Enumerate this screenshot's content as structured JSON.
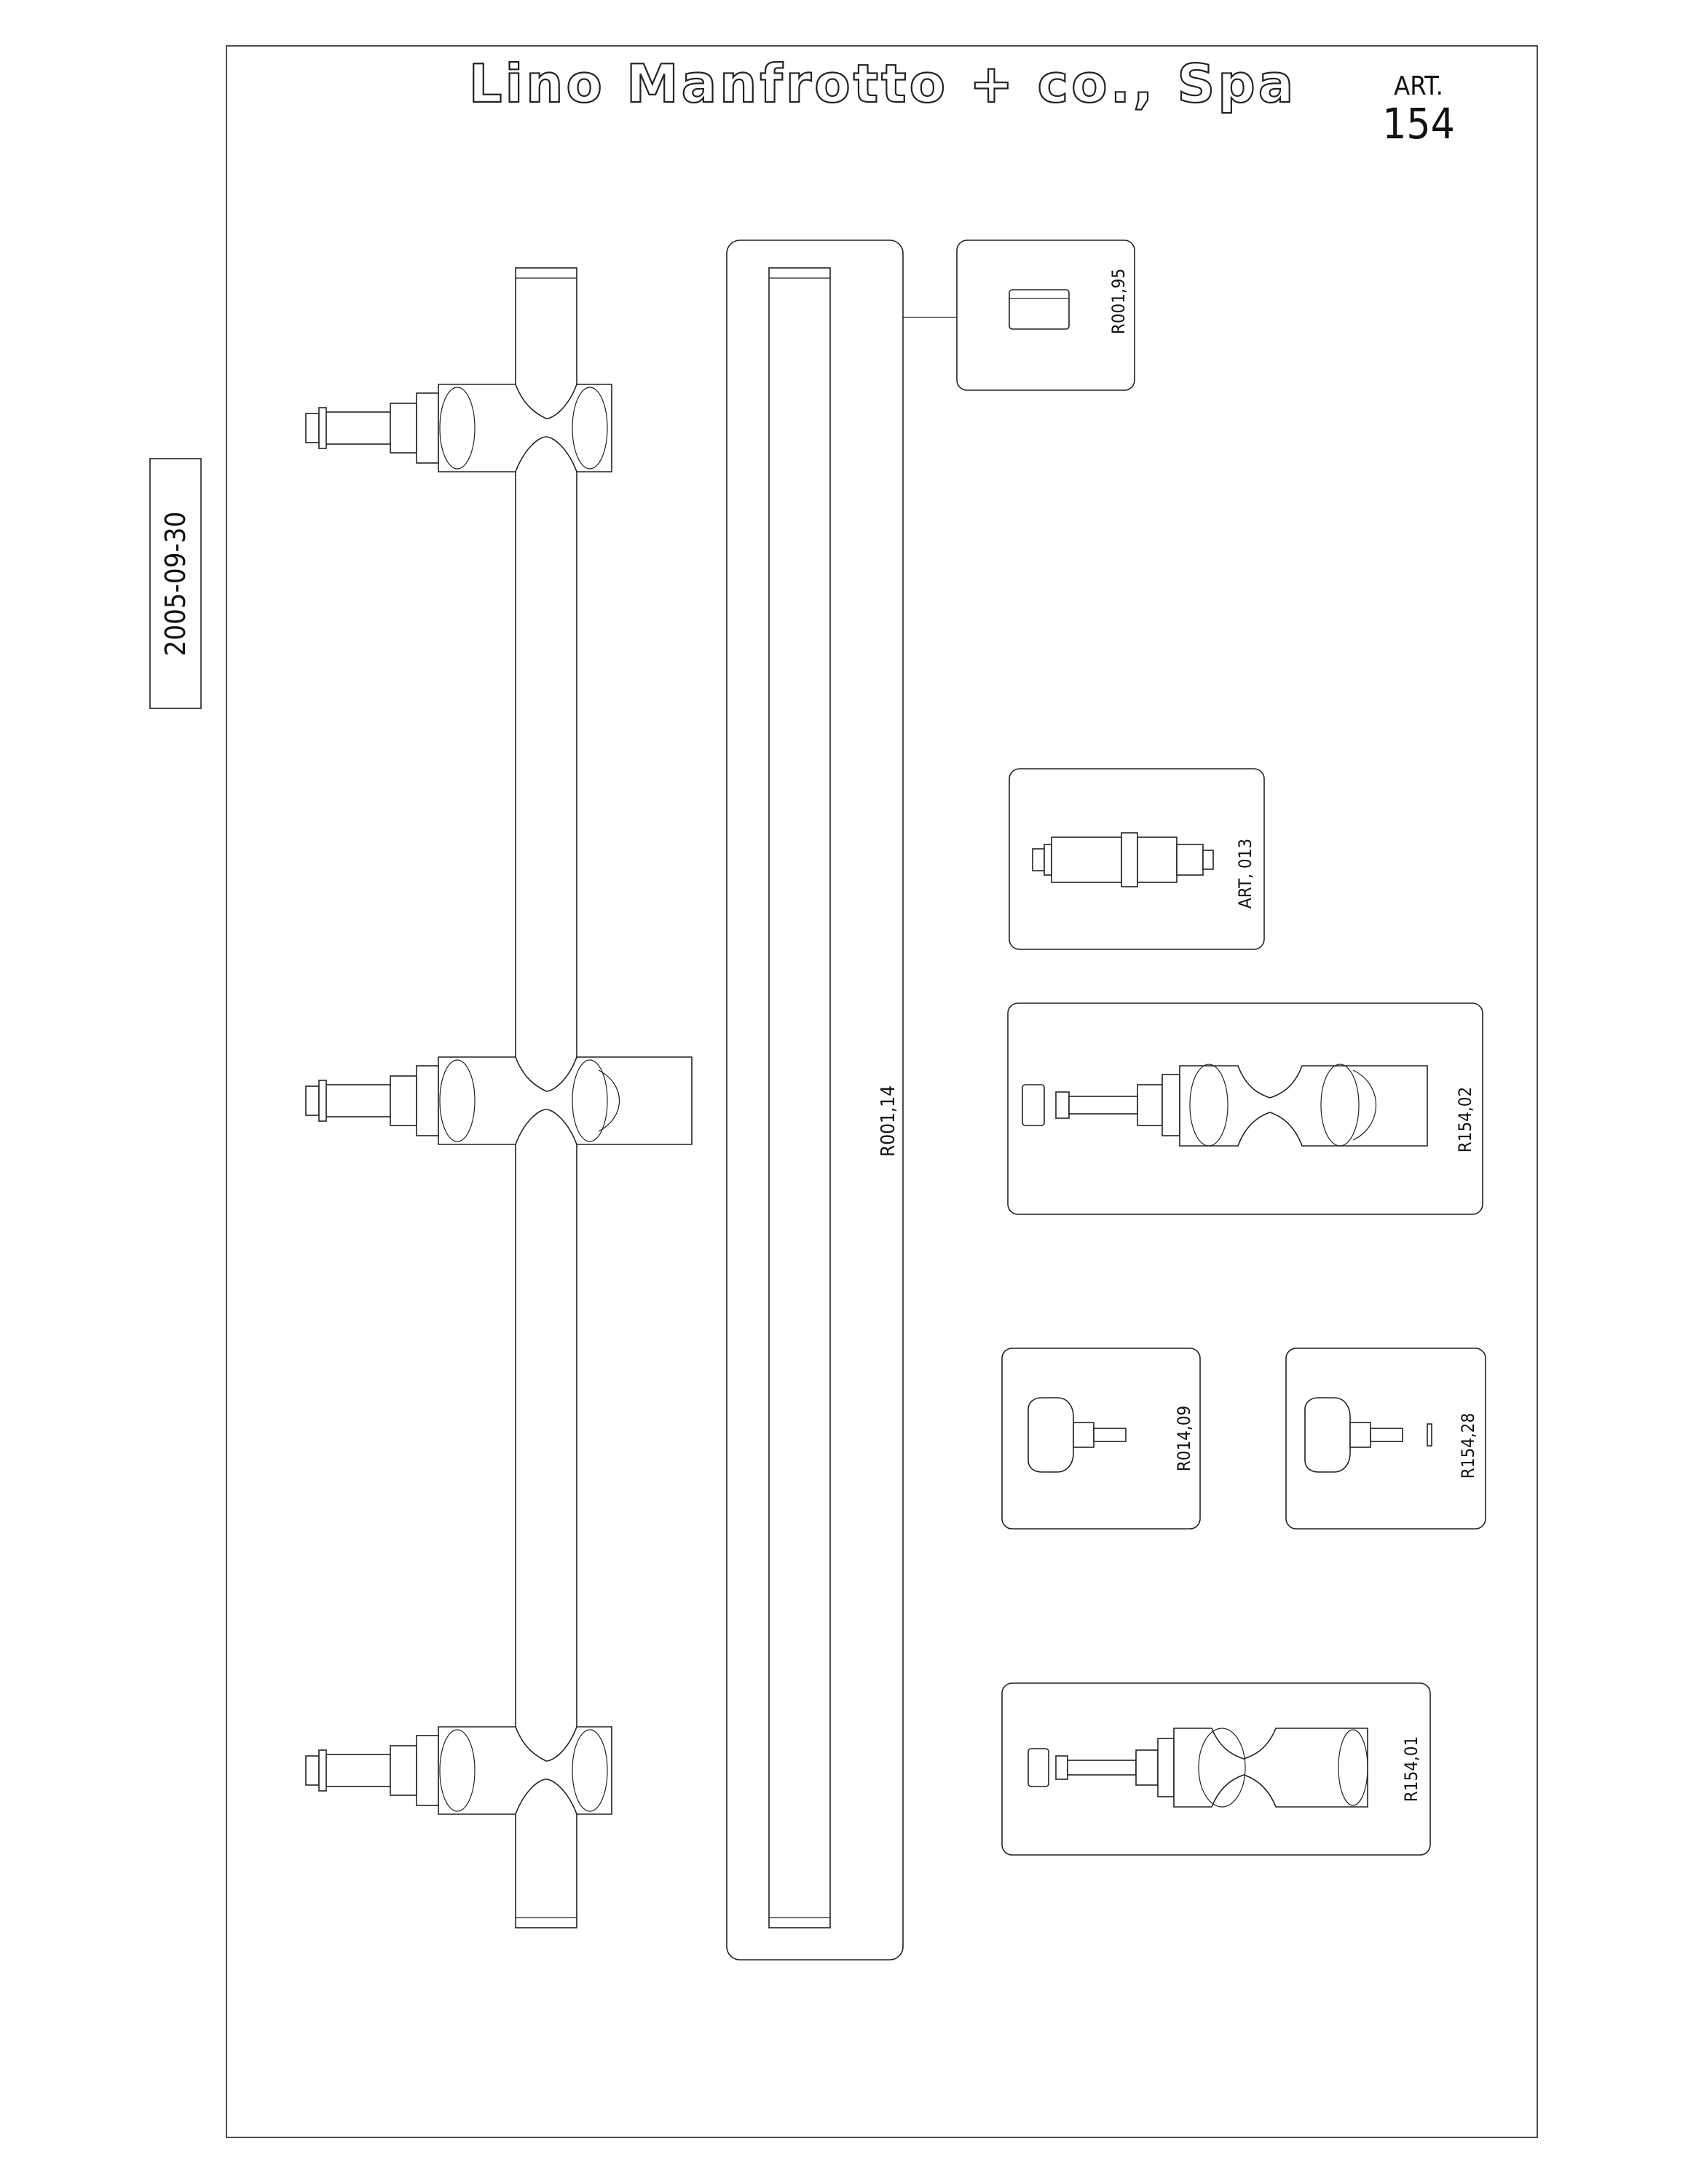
{
  "header": {
    "brand": "Lino Manfrotto + co., Spa",
    "art_label": "ART.",
    "art_number": "154"
  },
  "side_stamp": {
    "date": "2005-09-30"
  },
  "part_labels": {
    "bar": "R001,14",
    "end_cap": "R001,95",
    "stud": "ART, 013",
    "clamp_assembly": "R154,02",
    "knob_a": "R014,09",
    "knob_b": "R154,28",
    "clamp_short": "R154,01"
  }
}
